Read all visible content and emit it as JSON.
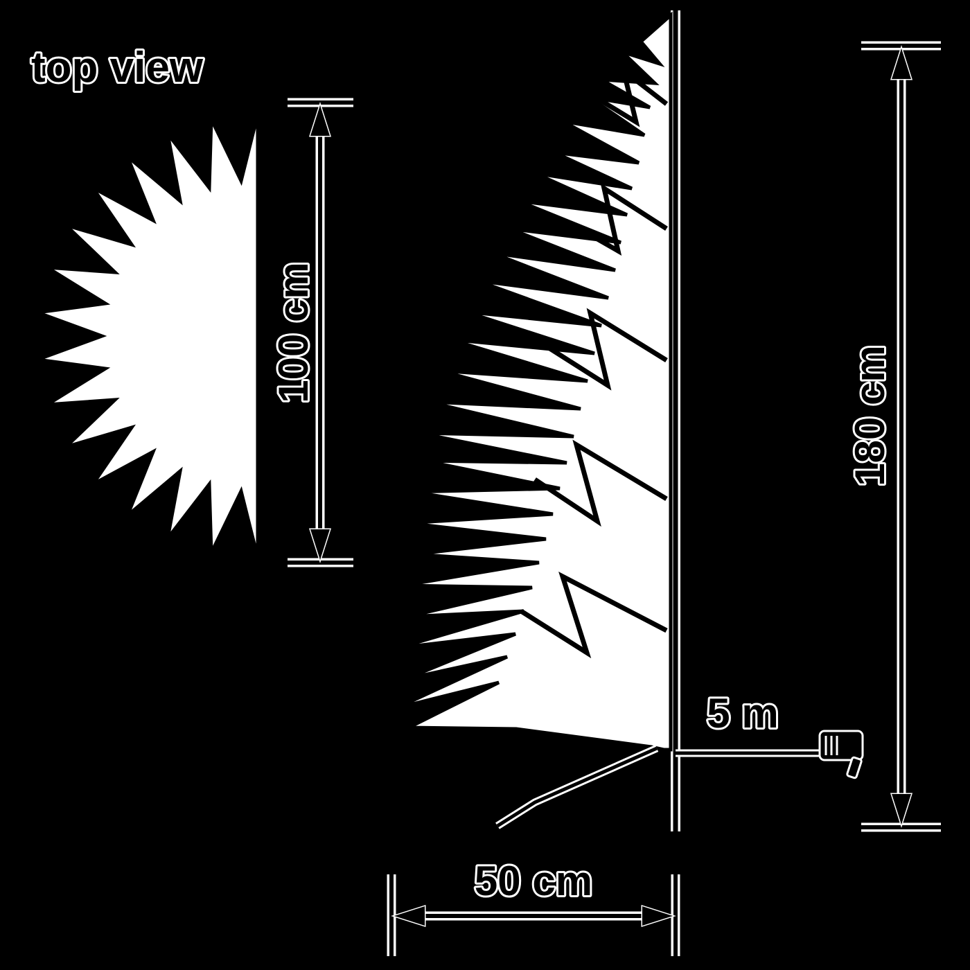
{
  "page": {
    "background_color": "#000000"
  },
  "diagram": {
    "top_view": {
      "label": "top view",
      "height_label": "100 cm"
    },
    "side_view": {
      "height_label": "180 cm",
      "depth_label": "50 cm",
      "cable_label": "5 m"
    },
    "colors": {
      "background": "#000000",
      "shape_fill": "#ffffff",
      "line_color": "#000000",
      "line_halo": "#ffffff"
    },
    "icons": {
      "power_adapter": "power-adapter-icon"
    }
  }
}
